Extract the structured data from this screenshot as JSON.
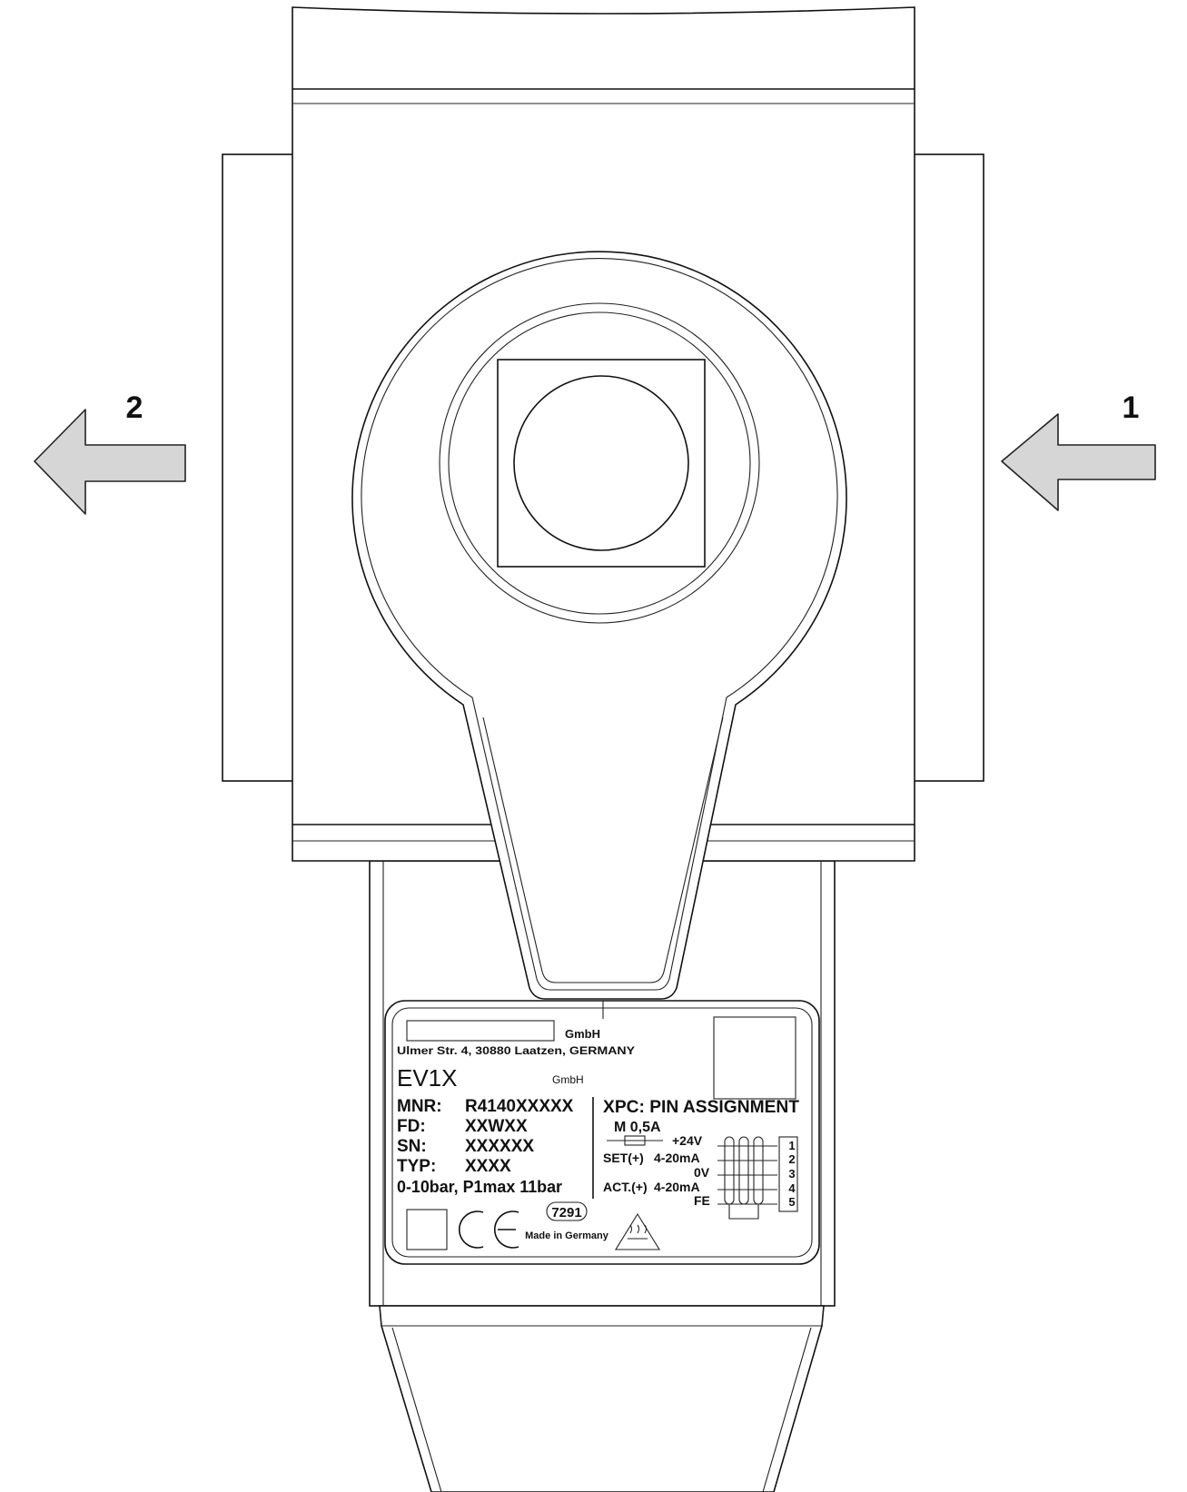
{
  "flow_labels": {
    "inlet": "1",
    "outlet": "2"
  },
  "nameplate": {
    "company_suffix": "GmbH",
    "address": "Ulmer Str. 4, 30880 Laatzen, GERMANY",
    "model": "EV1X",
    "model_suffix": "GmbH",
    "fields": [
      {
        "label": "MNR:",
        "value": "R4140XXXXX"
      },
      {
        "label": "FD:",
        "value": "XXWXX"
      },
      {
        "label": "SN:",
        "value": "XXXXXX"
      },
      {
        "label": "TYP:",
        "value": "XXXX"
      }
    ],
    "pressure": "0-10bar, P1max 11bar",
    "cert_number": "7291",
    "origin": "Made in Germany",
    "pin_assignment": {
      "title": "XPC: PIN ASSIGNMENT",
      "fuse": "M 0,5A",
      "supply": "+24V",
      "set_label": "SET(+)",
      "set_value": "4-20mA",
      "zero": "0V",
      "act_label": "ACT.(+)",
      "act_value": "4-20mA",
      "fe": "FE",
      "pins": [
        "1",
        "2",
        "3",
        "4",
        "5"
      ]
    }
  },
  "colors": {
    "arrow_fill": "#d6d6d6",
    "line": "#111111"
  }
}
